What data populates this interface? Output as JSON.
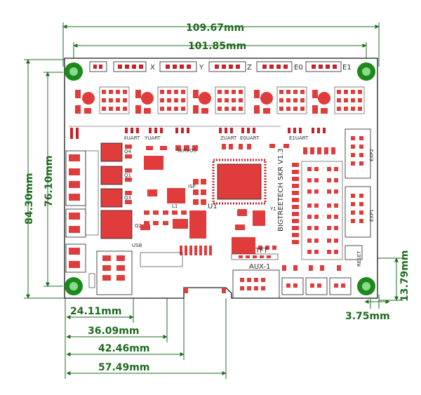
{
  "board": {
    "silkscreen_name": "BIGTREETECH SKR V1.3",
    "mcu_label": "U1",
    "colors": {
      "dimension_line": "#1d6b1d",
      "board_outline": "#1a1a1a",
      "component": "#e03c3c",
      "pad": "#c8202a",
      "mounting_hole": "#1b8a1b"
    }
  },
  "dimensions": {
    "width_outer": "109.67mm",
    "width_holes": "101.85mm",
    "height_outer": "84.30mm",
    "height_holes": "76.10mm",
    "offset_24": "24.11mm",
    "offset_36": "36.09mm",
    "offset_42": "42.46mm",
    "offset_57": "57.49mm",
    "reset_offset_13": "13.79mm",
    "reset_offset_3": "3.75mm"
  },
  "labels": {
    "axes": [
      "X",
      "Y",
      "Z",
      "E0",
      "E1"
    ],
    "exp2": "EXP2",
    "exp1": "EXP1",
    "tft": "TFT",
    "aux1": "AUX-1",
    "isp": "ISP",
    "servos": "SERVOS",
    "reset": "RESET",
    "q4": "Q4",
    "q1": "Q1",
    "q3": "Q3",
    "q2": "Q2",
    "l1": "L1",
    "usb": "USB",
    "y1": "Y1",
    "xuart": "XUART",
    "yuart": "YUART",
    "zuart": "ZUART",
    "e0uart": "E0UART",
    "e1uart": "E1UART"
  }
}
